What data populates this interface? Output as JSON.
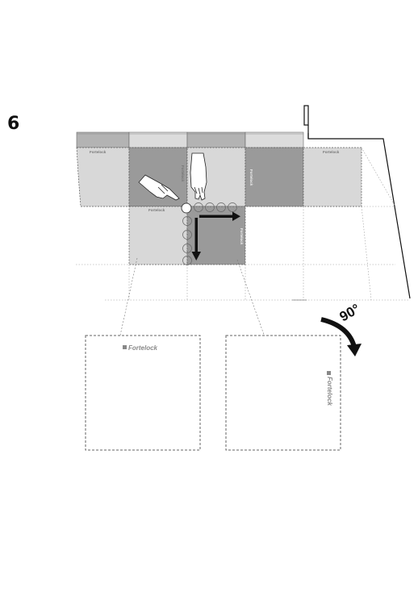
{
  "step": {
    "number": "6"
  },
  "brand": {
    "name": "Fortelock",
    "logo_name": "fortelock-logo"
  },
  "rotation": {
    "label": "90°",
    "angle_degrees": 90,
    "direction": "clockwise"
  },
  "colors": {
    "tile_dark": "#9a9a9a",
    "tile_light": "#d8d8d8",
    "border_strip": "#b3b3b3",
    "arrow": "#111111",
    "guide_line": "#9c9c9c",
    "outline": "#555555"
  },
  "icons": {
    "pointing_hand": "hand-pointing-icon",
    "pressing_hand": "hand-pressing-icon",
    "joint_markers": "joint-circle-icon",
    "arrow_right": "arrow-right-icon",
    "arrow_down": "arrow-down-icon",
    "rotate_arrow": "rotate-clockwise-arrow-icon"
  }
}
